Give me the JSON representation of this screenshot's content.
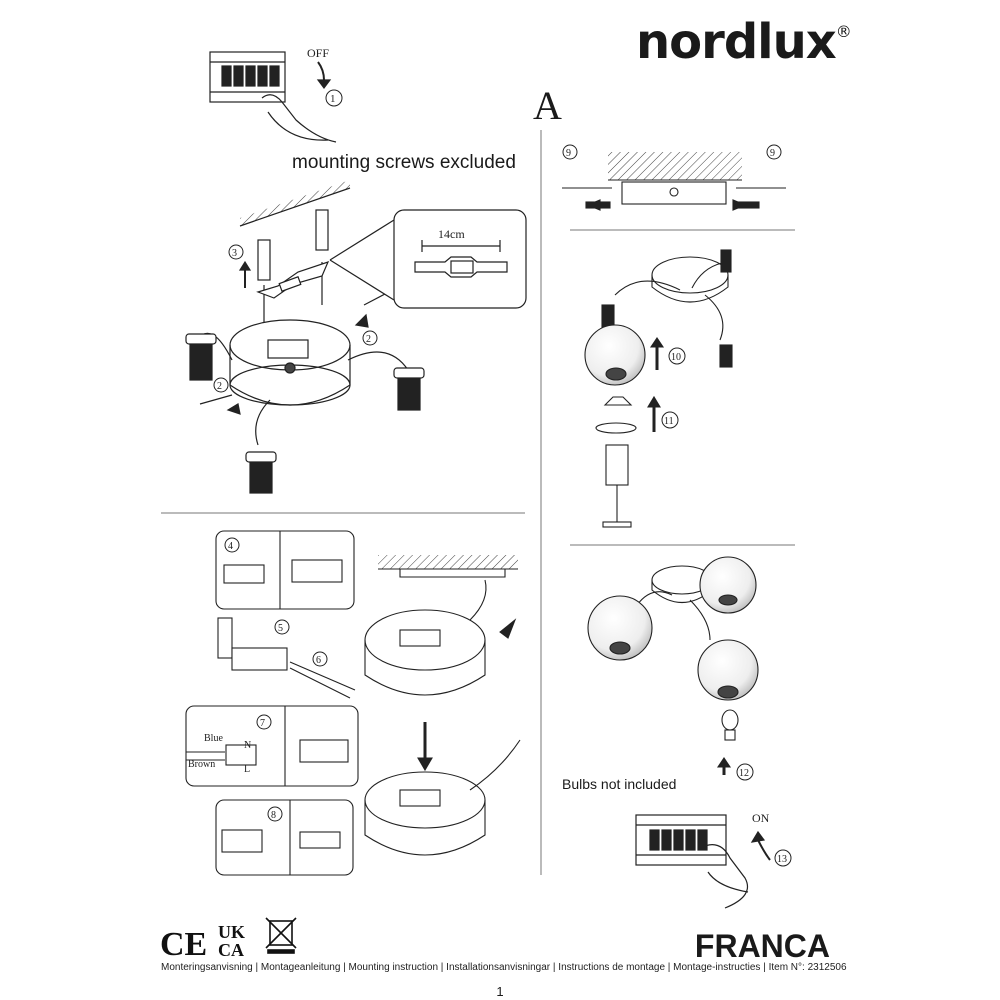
{
  "header": {
    "brand": "nordlux",
    "registered": "®",
    "section": "A"
  },
  "steps": {
    "s1": "1",
    "s2": "2",
    "s3": "3",
    "s4": "4",
    "s5": "5",
    "s6": "6",
    "s7": "7",
    "s8": "8",
    "s9": "9",
    "s10": "10",
    "s11": "11",
    "s12": "12",
    "s13": "13"
  },
  "switch": {
    "off": "OFF",
    "on": "ON"
  },
  "notes": {
    "mounting_screws": "mounting screws excluded",
    "bracket_width": "14cm",
    "bulbs": "Bulbs not included",
    "wire_blue": "Blue",
    "wire_brown": "Brown",
    "wire_n": "N",
    "wire_l": "L"
  },
  "certifications": [
    "CE",
    "UK CA",
    "WEEE"
  ],
  "product": {
    "name": "FRANCA",
    "footer": "Monteringsanvisning | Montageanleitung | Mounting instruction | Installationsanvisningar | Instructions de montage | Montage-instructies | Item N°: 2312506"
  },
  "page_number": "1"
}
